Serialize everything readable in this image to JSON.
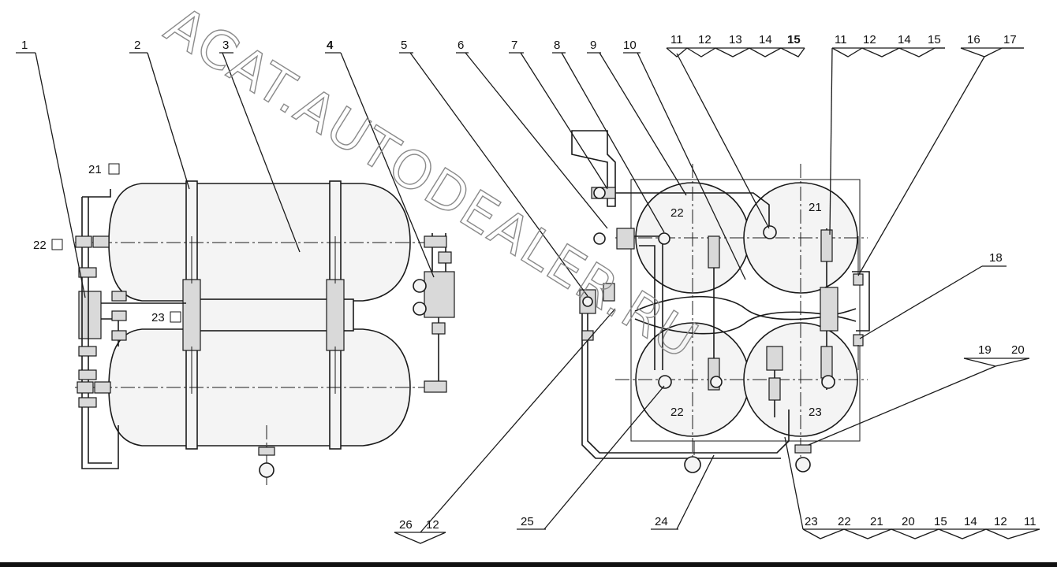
{
  "watermark": "ACAT.AUTODEALER.RU",
  "callouts_top": [
    "1",
    "2",
    "3",
    "4",
    "5",
    "6",
    "7",
    "8",
    "9",
    "10"
  ],
  "group_a": [
    "11",
    "12",
    "13",
    "14",
    "15"
  ],
  "group_b": [
    "11",
    "12",
    "14",
    "15"
  ],
  "callouts_right": [
    "16",
    "17",
    "18"
  ],
  "group_c": [
    "19",
    "20"
  ],
  "group_d": [
    "26",
    "12"
  ],
  "callouts_bottom": [
    "25",
    "24"
  ],
  "group_e": [
    "23",
    "22",
    "21",
    "20",
    "15",
    "14",
    "12",
    "11"
  ],
  "left_tags": [
    "21",
    "22",
    "23"
  ],
  "tank_labels": [
    "22",
    "21",
    "22",
    "23"
  ]
}
